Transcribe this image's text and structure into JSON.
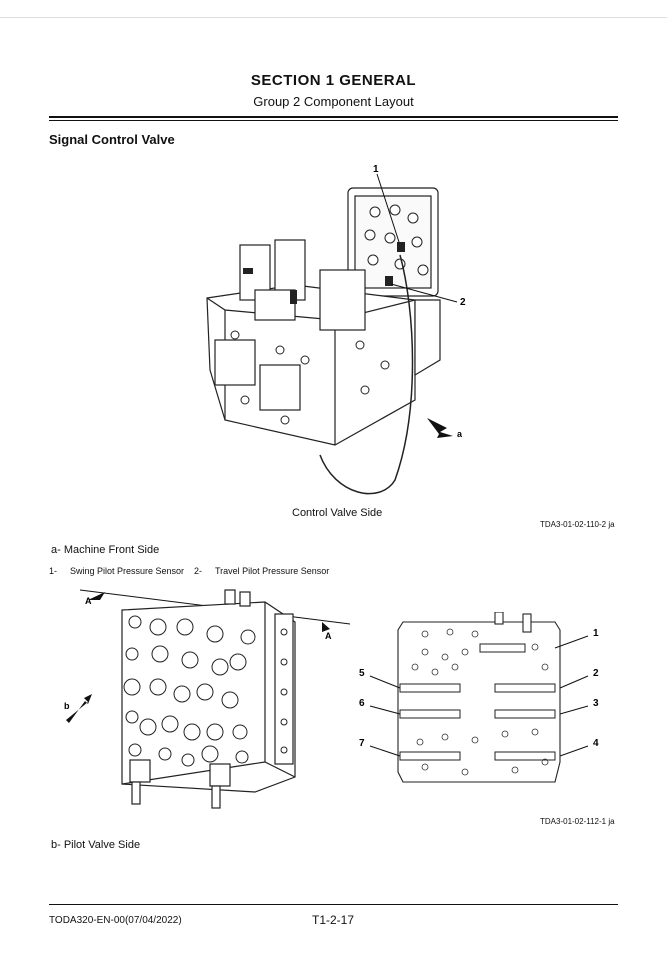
{
  "header": {
    "section_title": "SECTION 1 GENERAL",
    "group_title": "Group 2 Component Layout"
  },
  "heading": "Signal Control Valve",
  "figure1": {
    "caption": "Control Valve Side",
    "ref": "TDA3-01-02-110-2 ja",
    "callouts": [
      "1",
      "2",
      "a"
    ]
  },
  "legend": {
    "a_label": "a- Machine Front Side",
    "items": [
      {
        "num": "1-",
        "text": "Swing Pilot Pressure Sensor"
      },
      {
        "num": "2-",
        "text": "Travel Pilot Pressure Sensor"
      }
    ]
  },
  "figure2": {
    "callouts_left": [
      "A",
      "A",
      "b"
    ],
    "callouts_right": [
      "1",
      "2",
      "3",
      "4",
      "5",
      "6",
      "7"
    ],
    "ref": "TDA3-01-02-112-1 ja",
    "b_label": "b- Pilot Valve Side"
  },
  "footer": {
    "doc_id": "TODA320-EN-00(07/04/2022)",
    "page": "T1-2-17"
  }
}
